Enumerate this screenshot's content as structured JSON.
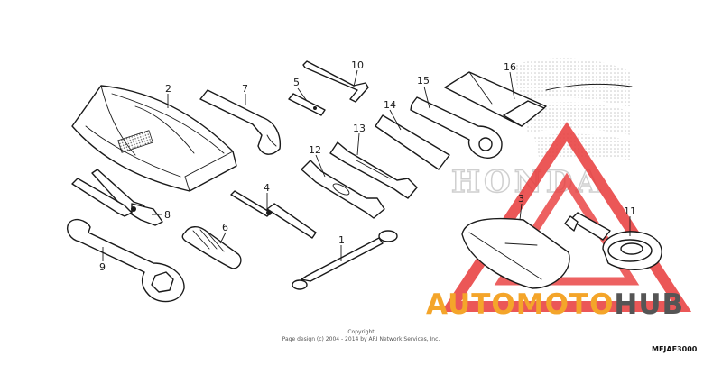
{
  "diagram": {
    "callouts": [
      "1",
      "2",
      "3",
      "4",
      "5",
      "6",
      "7",
      "8",
      "9",
      "10",
      "11",
      "12",
      "13",
      "14",
      "15",
      "16"
    ],
    "copyright_line1": "Copyright",
    "copyright_line2": "Page design (c) 2004 - 2014 by ARI Network Services, Inc.",
    "part_code": "MFJAF3000"
  },
  "watermark": {
    "brand_word": "HONDA",
    "logo_part1": "AUTO",
    "logo_part2": "MOTO",
    "logo_part3": "HUB",
    "colors": {
      "orange": "#f4a52a",
      "red": "#e83a3a",
      "dark": "#555555",
      "gray": "#cfcfcf"
    }
  }
}
